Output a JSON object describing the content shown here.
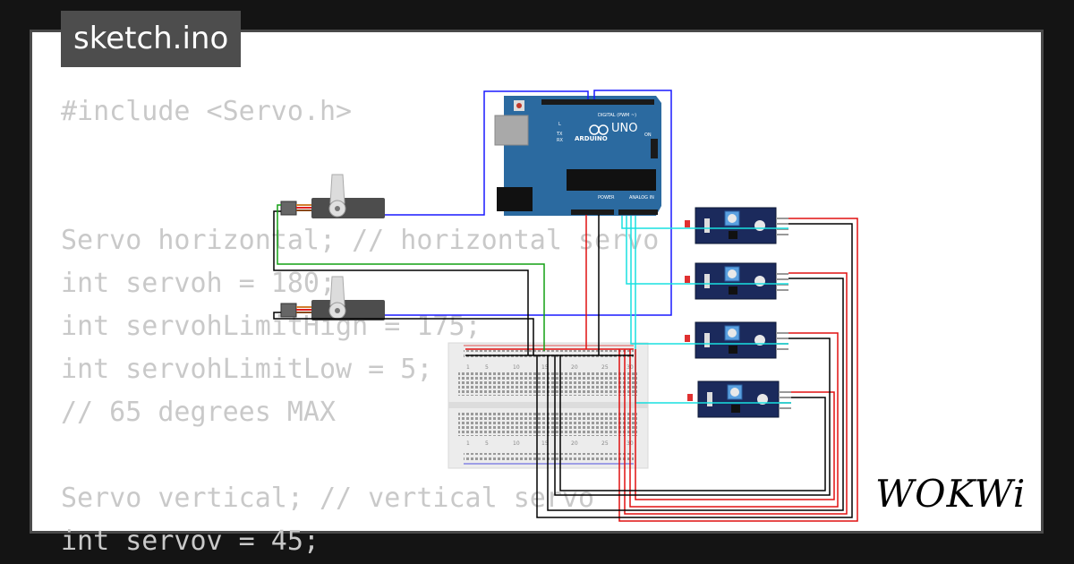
{
  "file_tab": {
    "label": "sketch.ino"
  },
  "code_lines": [
    "#include <Servo.h>",
    "",
    "",
    "Servo horizontal; // horizontal servo",
    "int servoh = 180;",
    "int servohLimitHigh = 175;",
    "int servohLimitLow = 5;",
    "// 65 degrees MAX",
    "",
    "Servo vertical; // vertical servo",
    "int servov = 45;"
  ],
  "arduino": {
    "brand": "ARDUINO",
    "model": "UNO",
    "digital_label": "DIGITAL (PWM ~)",
    "power_label": "POWER",
    "analog_label": "ANALOG IN",
    "on_label": "ON",
    "tx_label": "TX",
    "rx_label": "RX",
    "l_label": "L"
  },
  "breadboard": {
    "column_numbers": [
      "1",
      "5",
      "10",
      "15",
      "20",
      "25",
      "30"
    ]
  },
  "sensor_modules": {
    "count": 4
  },
  "servos": {
    "count": 2
  },
  "brand": {
    "logo_text": "WOKWi"
  },
  "colors": {
    "background": "#141414",
    "card": "#ffffff",
    "tab": "#4d4d4d",
    "code_text": "#c9c9c9",
    "board_blue": "#2b6aa0",
    "module_blue": "#1b2a5c",
    "wire_blue": "#1a1aff",
    "wire_cyan": "#19e0e0",
    "wire_red": "#e01010",
    "wire_green": "#13a013",
    "wire_black": "#000000"
  }
}
